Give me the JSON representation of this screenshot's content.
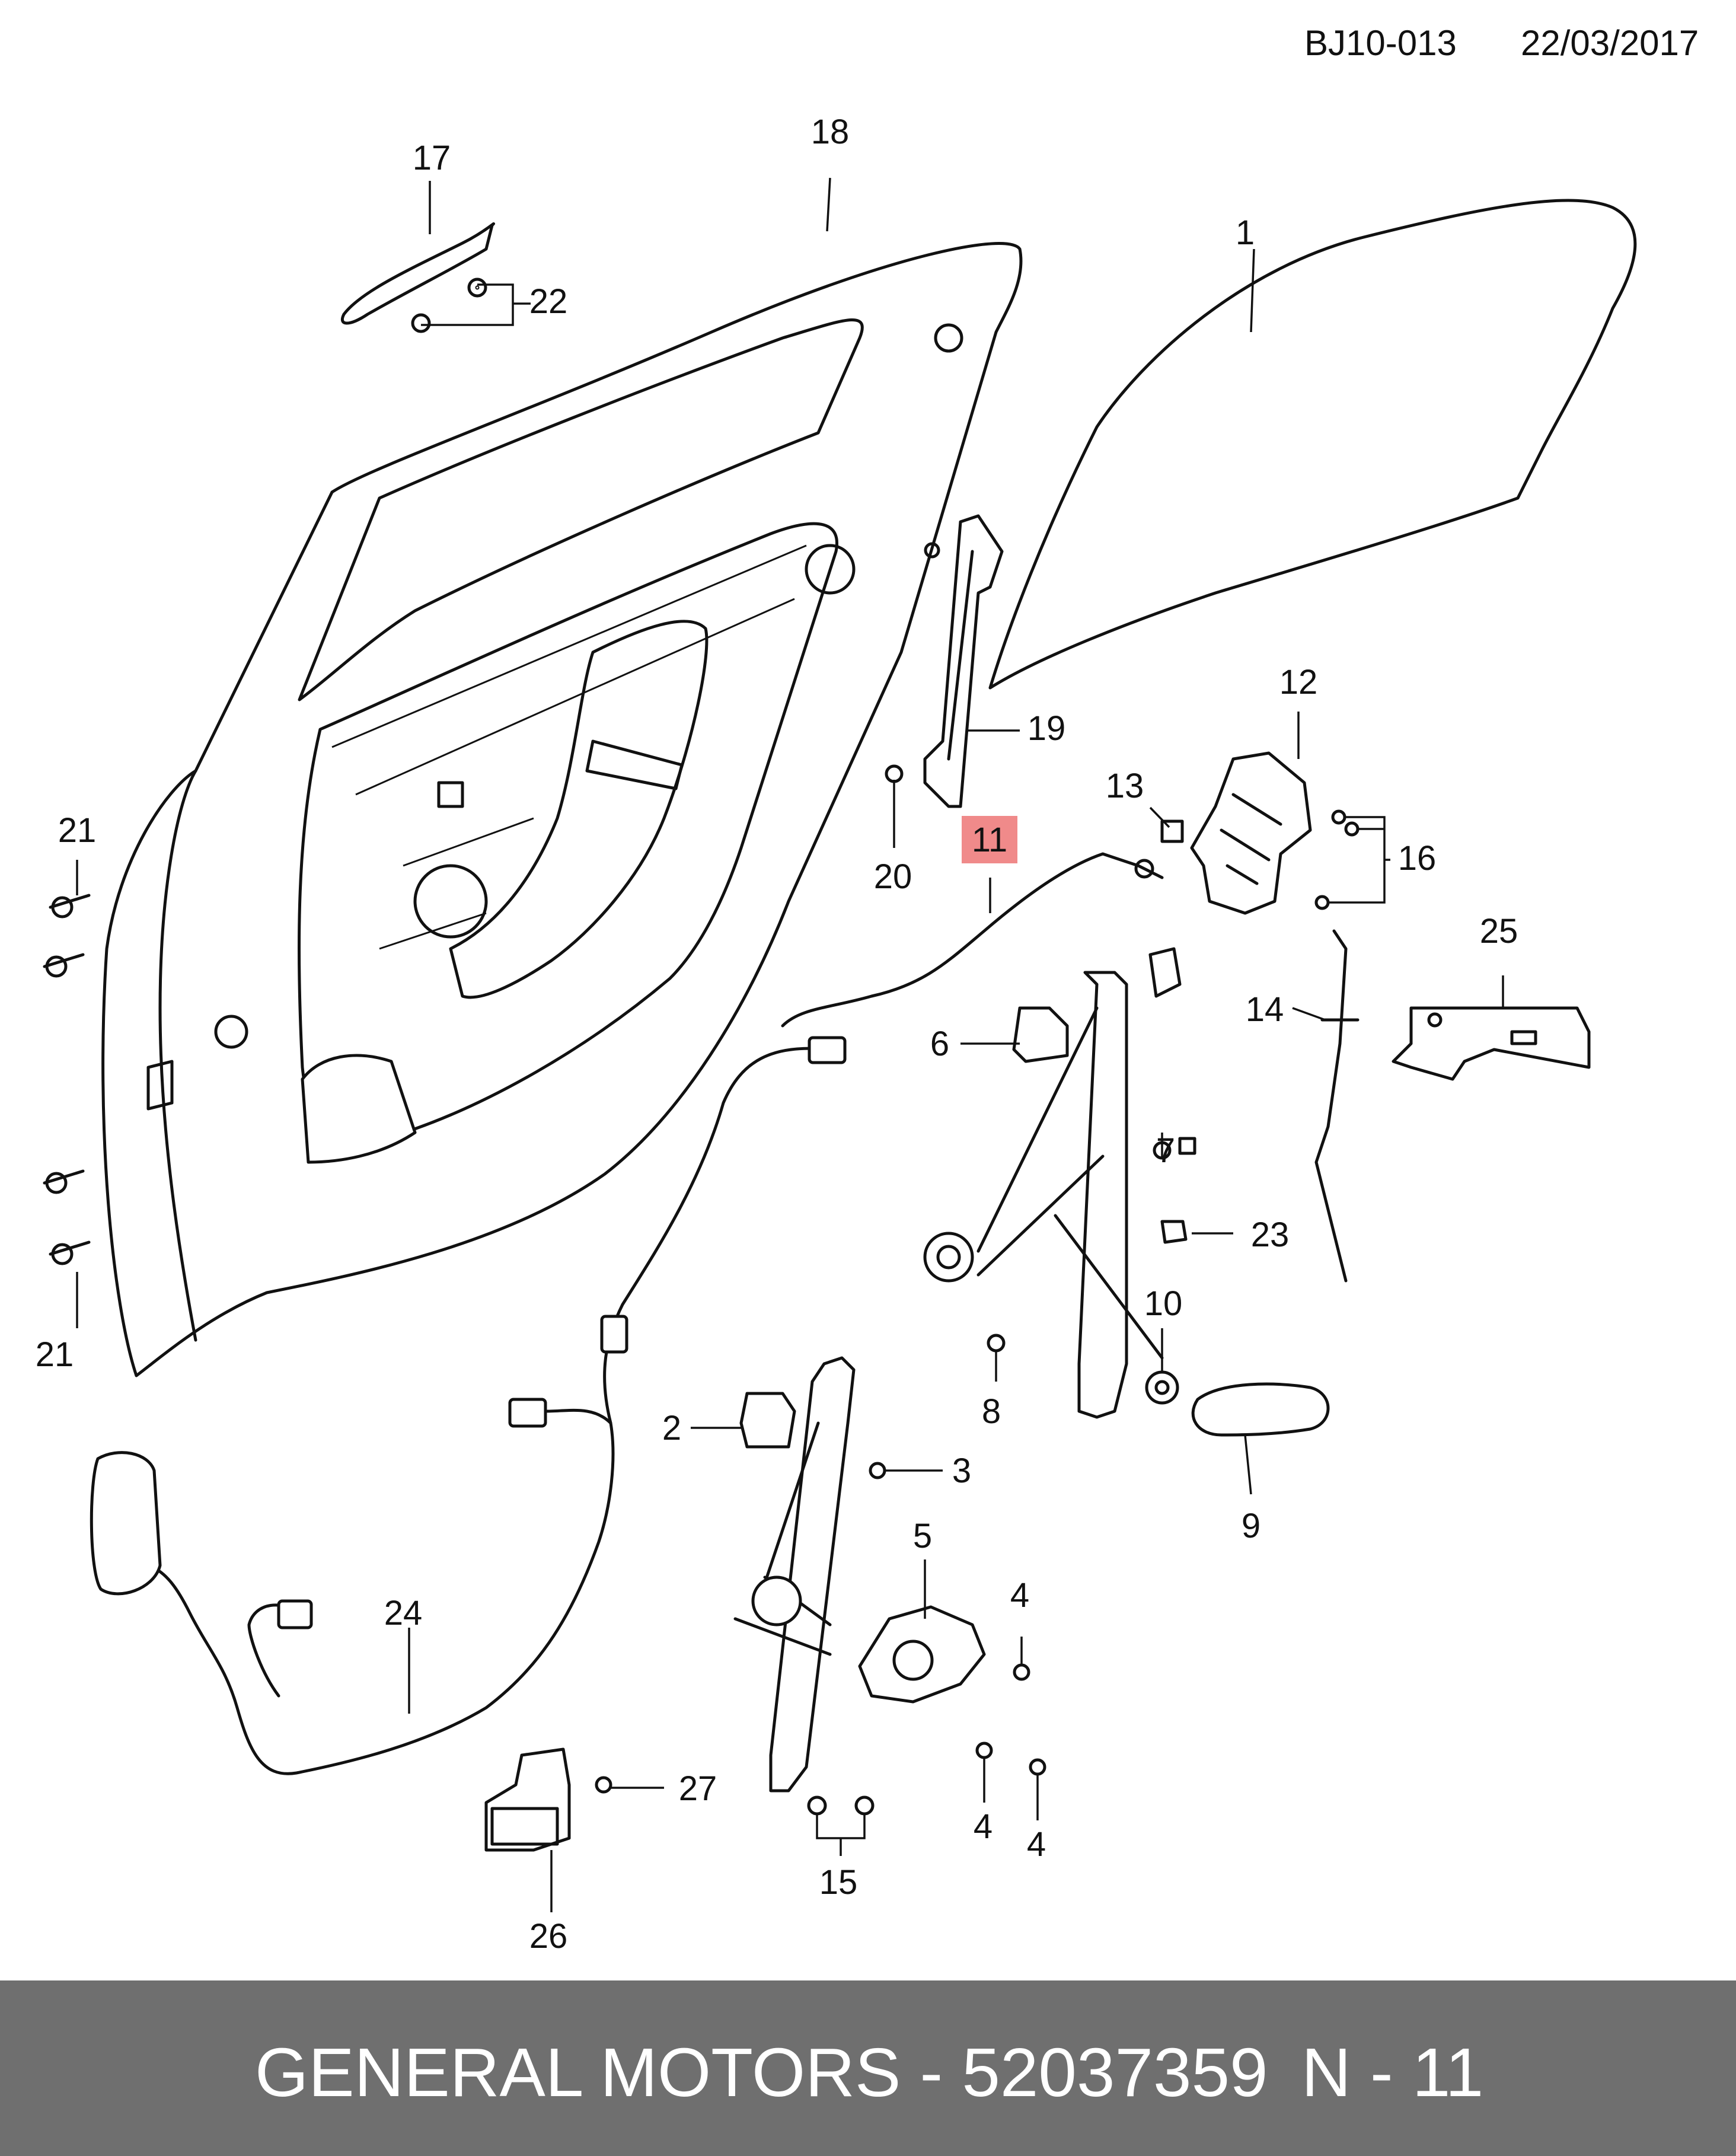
{
  "header": {
    "code": "BJ10-013",
    "date": "22/03/2017"
  },
  "footer": {
    "brand_part": "GENERAL MOTORS - 52037359",
    "ref": "N - 11"
  },
  "colors": {
    "highlight": "#f08a8a",
    "footer_bg": "#6f6f6f",
    "line": "#111111"
  },
  "callouts": {
    "c1": "1",
    "c2": "2",
    "c3": "3",
    "c4a": "4",
    "c4b": "4",
    "c4c": "4",
    "c5": "5",
    "c6": "6",
    "c7": "7",
    "c8": "8",
    "c9": "9",
    "c10": "10",
    "c11": "11",
    "c12": "12",
    "c13": "13",
    "c14": "14",
    "c15": "15",
    "c16": "16",
    "c17": "17",
    "c18": "18",
    "c19": "19",
    "c20": "20",
    "c21a": "21",
    "c21b": "21",
    "c22": "22",
    "c23": "23",
    "c24": "24",
    "c25": "25",
    "c26": "26",
    "c27": "27"
  }
}
